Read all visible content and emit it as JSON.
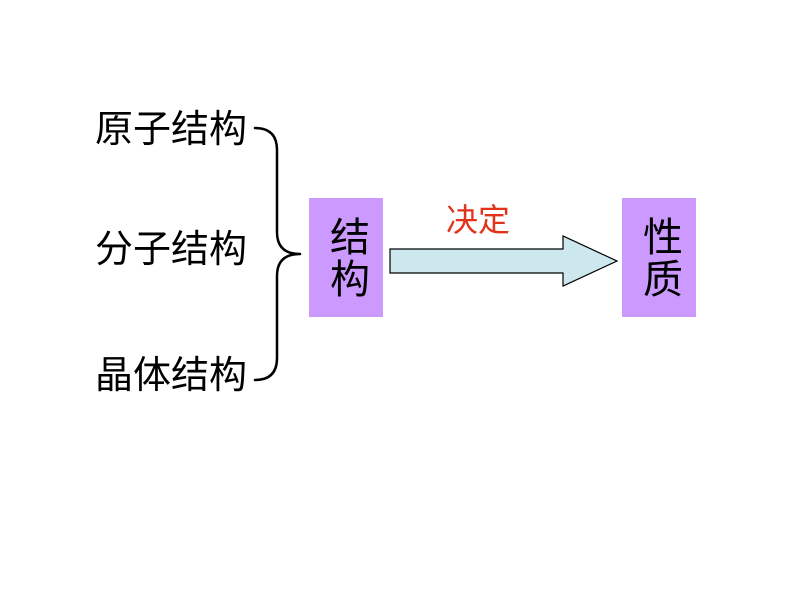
{
  "left_items": [
    "原子结构",
    "分子结构",
    "晶体结构"
  ],
  "center_box": {
    "label": "结构",
    "fill": "#cc99ff"
  },
  "arrow": {
    "label": "决定",
    "label_color": "#e1331b",
    "fill": "#cce8ee"
  },
  "right_box": {
    "label": "性质",
    "fill": "#cc99ff"
  }
}
